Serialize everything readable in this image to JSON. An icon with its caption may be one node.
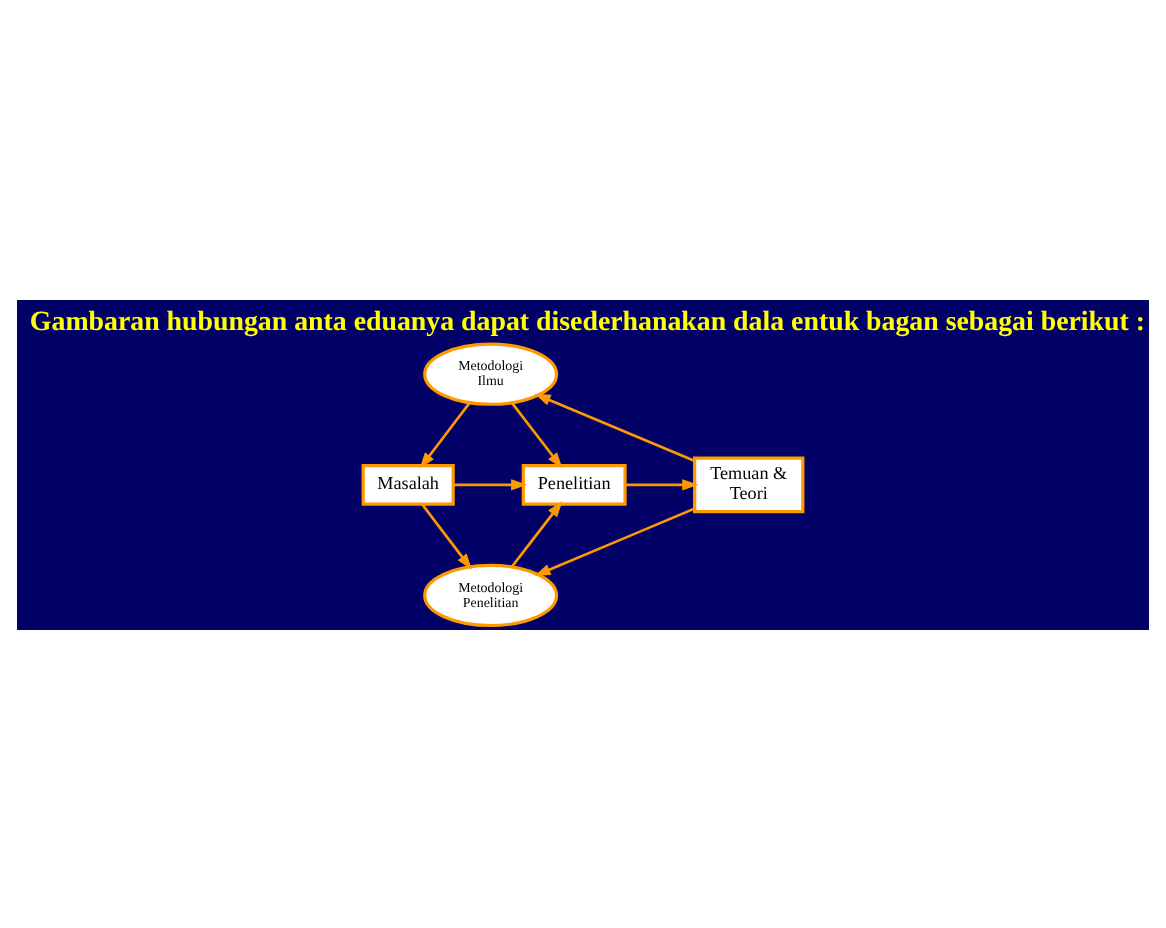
{
  "diagram": {
    "title": "Gambaran hubungan anta eduanya dapat disederhanakan dala entuk bagan sebagai berikut :",
    "nodes": [
      {
        "text": [
          "Metodologi Ilmu"
        ]
      },
      {
        "text": [
          "Masalah"
        ]
      },
      {
        "text": [
          "Penelitian"
        ]
      },
      {
        "text": [
          "Temuan & Teori"
        ]
      },
      {
        "text": [
          "Metodologi Penelitian"
        ]
      }
    ],
    "edges": [
      {
        "from": 0,
        "to": 1,
        "arrow": "to"
      },
      {
        "from": 0,
        "to": 2,
        "arrow": "to"
      },
      {
        "from": 3,
        "to": 0,
        "arrow": "to"
      },
      {
        "from": 1,
        "to": 2,
        "arrow": "to"
      },
      {
        "from": 2,
        "to": 3,
        "arrow": "to"
      },
      {
        "from": 1,
        "to": 4,
        "arrow": "to"
      },
      {
        "from": 4,
        "to": 2,
        "arrow": "to"
      },
      {
        "from": 3,
        "to": 4,
        "arrow": "to"
      }
    ]
  }
}
